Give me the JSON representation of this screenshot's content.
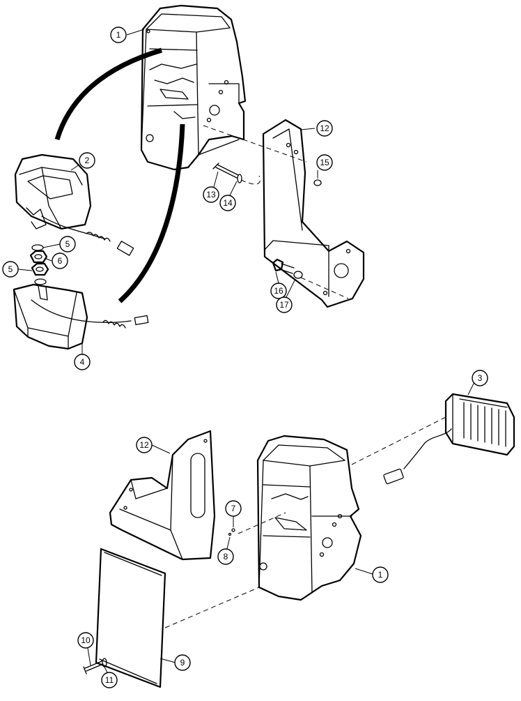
{
  "callouts": [
    {
      "label": "1"
    },
    {
      "label": "2"
    },
    {
      "label": "5"
    },
    {
      "label": "6"
    },
    {
      "label": "5"
    },
    {
      "label": "4"
    },
    {
      "label": "12"
    },
    {
      "label": "15"
    },
    {
      "label": "13"
    },
    {
      "label": "14"
    },
    {
      "label": "16"
    },
    {
      "label": "17"
    },
    {
      "label": "3"
    },
    {
      "label": "12"
    },
    {
      "label": "7"
    },
    {
      "label": "8"
    },
    {
      "label": "1"
    },
    {
      "label": "10"
    },
    {
      "label": "11"
    },
    {
      "label": "9"
    }
  ]
}
